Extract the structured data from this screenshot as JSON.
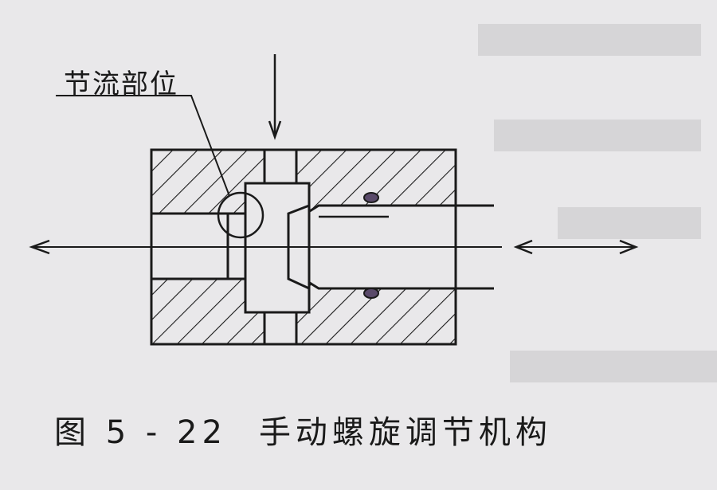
{
  "figure": {
    "callout_label": "节流部位",
    "caption_number": "图 5 - 22",
    "caption_title": "手动螺旋调节机构"
  },
  "colors": {
    "ink": "#1a1a1a",
    "paper": "#e9e8ea",
    "seal": "#5a4a6a"
  }
}
